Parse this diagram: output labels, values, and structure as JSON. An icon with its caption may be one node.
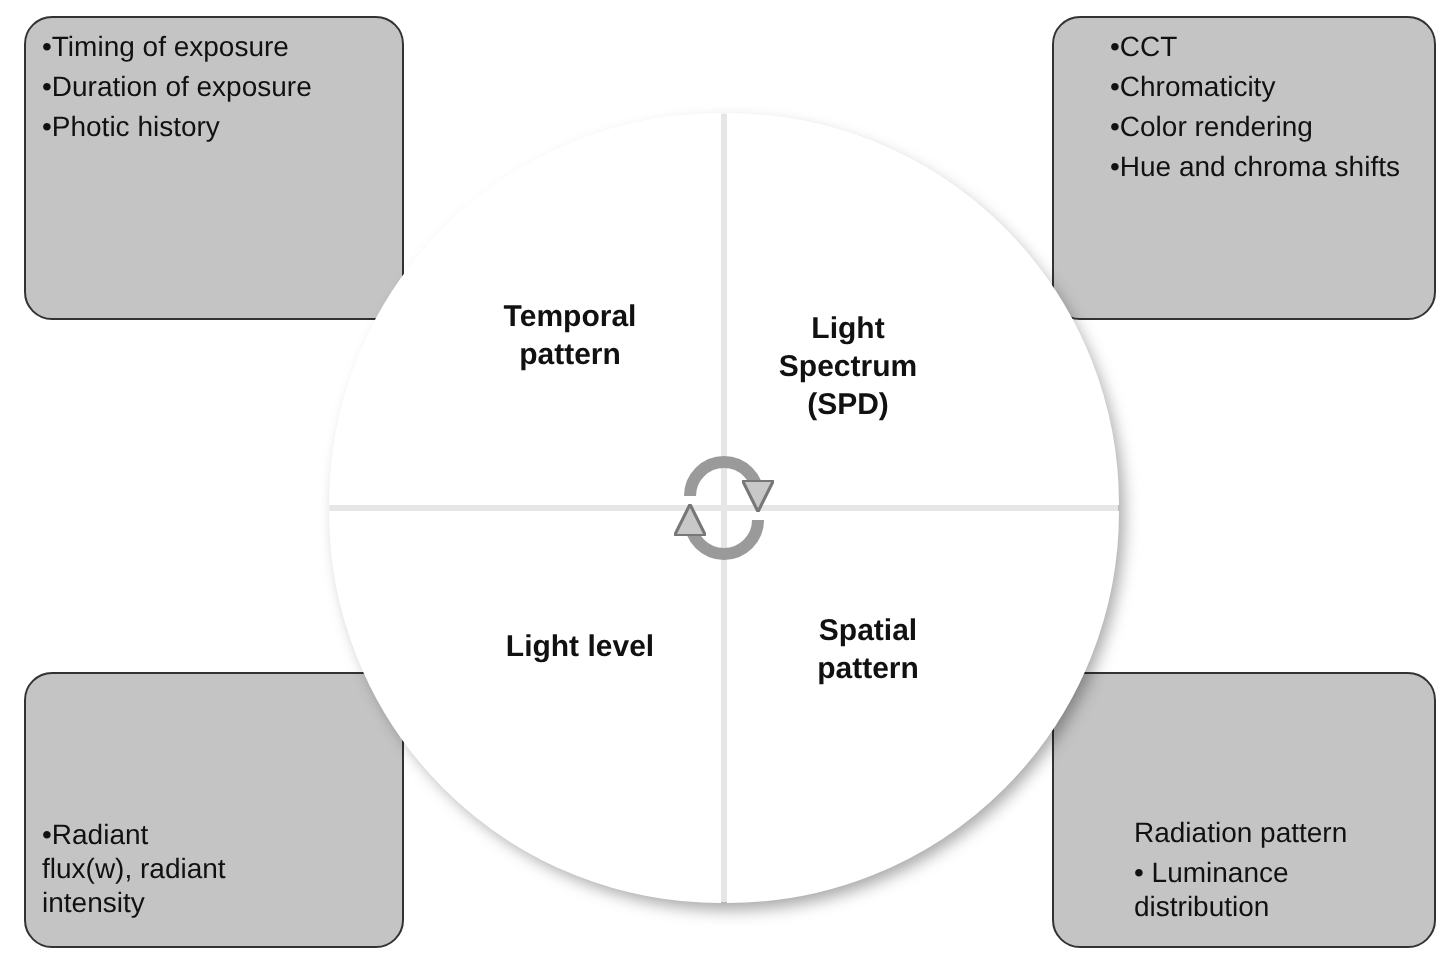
{
  "diagram": {
    "nodes": [
      {
        "text": [
          "•Timing of exposure",
          "•Duration of exposure",
          "•Photic history"
        ]
      },
      {
        "text": [
          "•CCT",
          "•Chromaticity",
          "•Color rendering",
          "•Hue and chroma shifts"
        ]
      },
      {
        "text": [
          "Temporal pattern"
        ]
      },
      {
        "text": [
          "Light Spectrum (SPD)"
        ]
      },
      {
        "text": [
          "Light level"
        ]
      },
      {
        "text": [
          "Spatial pattern"
        ]
      },
      {
        "text": [
          "•Radiant flux(w), radiant intensity"
        ]
      },
      {
        "text": [
          "Radiation pattern",
          "• Luminance distribution"
        ]
      }
    ],
    "edges": [
      {
        "from": 2,
        "to": 3,
        "arrow": "to"
      },
      {
        "from": 5,
        "to": 4,
        "arrow": "to"
      }
    ]
  }
}
